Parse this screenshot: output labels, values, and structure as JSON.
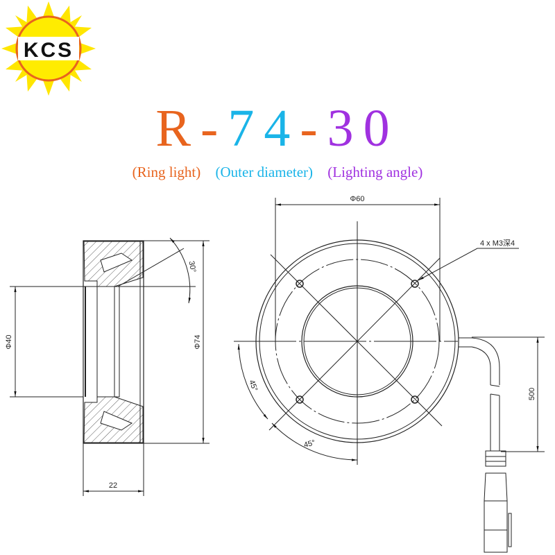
{
  "logo": {
    "text": "KCS"
  },
  "title": {
    "part1": "R",
    "sep1": "-",
    "part2": "74",
    "sep2": "-",
    "part3": "30",
    "colors": {
      "ring": "#e8641e",
      "diameter": "#1ab4e8",
      "angle": "#a031e0"
    }
  },
  "subtitles": {
    "ring": "(Ring light)",
    "diameter": "(Outer diameter)",
    "angle": "(Lighting angle)"
  },
  "side_view": {
    "inner_diameter": "Φ40",
    "outer_diameter": "Φ74",
    "width": "22",
    "angle": "30°"
  },
  "front_view": {
    "bolt_circle": "Φ60",
    "holes": "4 x M3深4",
    "cable_length": "500",
    "angle_a": "45°",
    "angle_b": "45°"
  }
}
